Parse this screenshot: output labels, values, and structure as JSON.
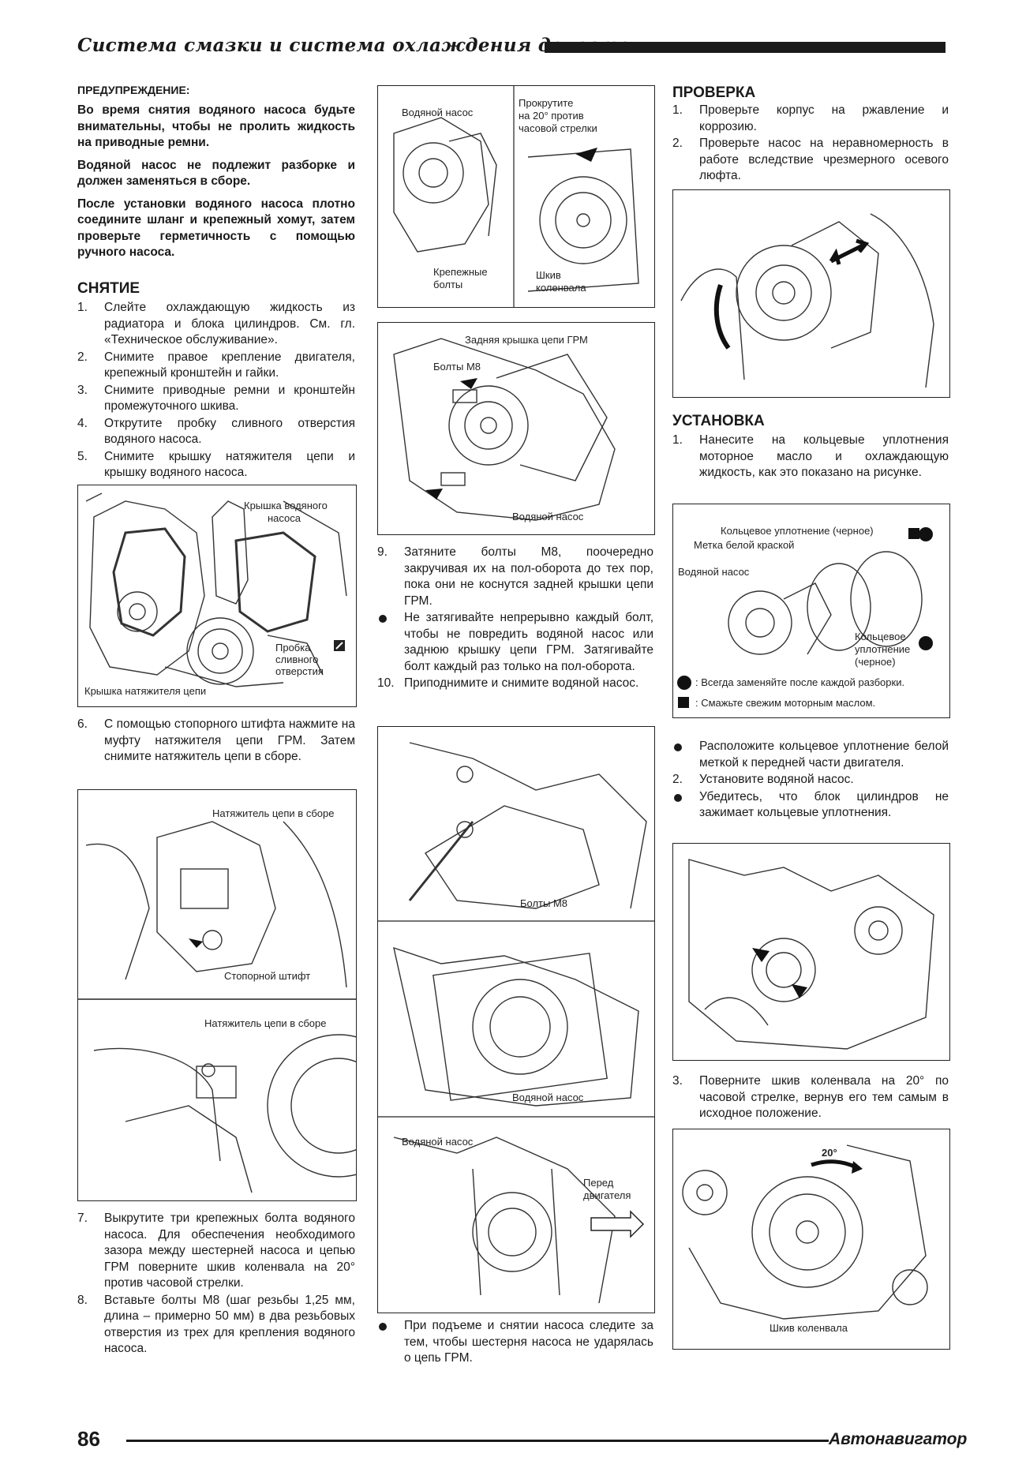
{
  "header": {
    "title": "Система смазки и система охлаждения двигателя"
  },
  "left": {
    "warning_head": "ПРЕДУПРЕЖДЕНИЕ:",
    "warnings": [
      "Во время снятия водяного насоса будьте внимательны, чтобы не пролить жидкость на приводные ремни.",
      "Водяной насос не подлежит разборке и должен заменяться в сборе.",
      "После установки водяного насоса плотно соедините шланг и крепежный хомут, затем проверьте герметичность с помощью ручного насоса."
    ],
    "removal_title": "СНЯТИЕ",
    "steps_a": [
      {
        "n": "1.",
        "t": "Слейте охлаждающую жидкость из радиатора и блока цилиндров. См. гл. «Техническое обслуживание»."
      },
      {
        "n": "2.",
        "t": "Снимите правое крепление двигателя, крепежный кронштейн и гайки."
      },
      {
        "n": "3.",
        "t": "Снимите приводные ремни и кронштейн промежуточного шкива."
      },
      {
        "n": "4.",
        "t": "Открутите пробку сливного отверстия водяного насоса."
      },
      {
        "n": "5.",
        "t": "Снимите крышку натяжителя цепи и крышку водяного насоса."
      }
    ],
    "fig1": {
      "l1": "Крышка водяного",
      "l2": "насоса",
      "l3": "Пробка",
      "l4": "сливного",
      "l5": "отверстия",
      "l6": "Крышка натяжителя цепи"
    },
    "step6": {
      "n": "6.",
      "t": "С помощью стопорного штифта нажмите на муфту натяжителя цепи ГРМ. Затем снимите натяжитель цепи в сборе."
    },
    "fig2": {
      "l1": "Натяжитель цепи в сборе",
      "l2": "Стопорной штифт",
      "l3": "Натяжитель цепи в сборе"
    },
    "steps_b": [
      {
        "n": "7.",
        "t": "Выкрутите три крепежных болта водяного насоса. Для обеспечения необходимого зазора между шестерней насоса и цепью ГРМ поверните шкив коленвала на 20° против часовой стрелки."
      },
      {
        "n": "8.",
        "t": "Вставьте болты М8 (шаг резьбы 1,25 мм, длина – примерно 50 мм) в два резьбовых отверстия из трех для крепления водяного насоса."
      }
    ]
  },
  "middle": {
    "fig1": {
      "l1": "Водяной насос",
      "l2": "Прокрутите",
      "l3": "на 20° против",
      "l4": "часовой стрелки",
      "l5": "Крепежные",
      "l6": "болты",
      "l7": "Шкив",
      "l8": "коленвала"
    },
    "fig2": {
      "l1": "Задняя крышка цепи ГРМ",
      "l2": "Болты М8",
      "l3": "Водяной насос"
    },
    "step9": {
      "n": "9.",
      "t": "Затяните болты М8, поочередно закручивая их на пол-оборота до тех пор, пока они не коснутся задней крышки цепи ГРМ."
    },
    "bullet1": "Не затягивайте непрерывно каждый болт, чтобы не повредить водяной насос или заднюю крышку цепи ГРМ. Затягивайте болт каждый раз только на пол-оборота.",
    "step10": {
      "n": "10.",
      "t": "Приподнимите и снимите водяной насос."
    },
    "fig3": {
      "l1": "Болты М8",
      "l2": "Водяной насос",
      "l3": "Водяной насос",
      "l4": "Перед",
      "l5": "двигателя"
    },
    "bullet2": "При подъеме и снятии насоса следите за тем, чтобы шестерня насоса не ударялась о цепь ГРМ."
  },
  "right": {
    "check_title": "ПРОВЕРКА",
    "check_steps": [
      {
        "n": "1.",
        "t": "Проверьте корпус на ржавление и коррозию."
      },
      {
        "n": "2.",
        "t": "Проверьте насос на неравномерность в работе вследствие чрезмерного осевого люфта."
      }
    ],
    "install_title": "УСТАНОВКА",
    "install_step1": {
      "n": "1.",
      "t": "Нанесите на кольцевые уплотнения моторное масло и охлаждающую жидкость, как это показано на рисунке."
    },
    "fig_seal": {
      "l1": "Кольцевое уплотнение (черное)",
      "l2": "Метка белой краской",
      "l3": "Водяной насос",
      "l4": "Кольцевое",
      "l5": "уплотнение",
      "l6": "(черное)",
      "legend1": ": Всегда заменяйте после каждой разборки.",
      "legend2": ": Смажьте свежим моторным маслом."
    },
    "bullet_a": "Расположите кольцевое уплотнение белой меткой к передней части двигателя.",
    "step2": {
      "n": "2.",
      "t": "Установите водяной насос."
    },
    "bullet_b": "Убедитесь, что блок цилиндров не зажимает кольцевые уплотнения.",
    "step3": {
      "n": "3.",
      "t": "Поверните шкив коленвала на 20° по часовой стрелке, вернув его тем самым в исходное положение."
    },
    "fig_last": {
      "l1": "20°",
      "l2": "Шкив коленвала"
    }
  },
  "footer": {
    "page": "86",
    "brand": "Автонавигатор"
  }
}
